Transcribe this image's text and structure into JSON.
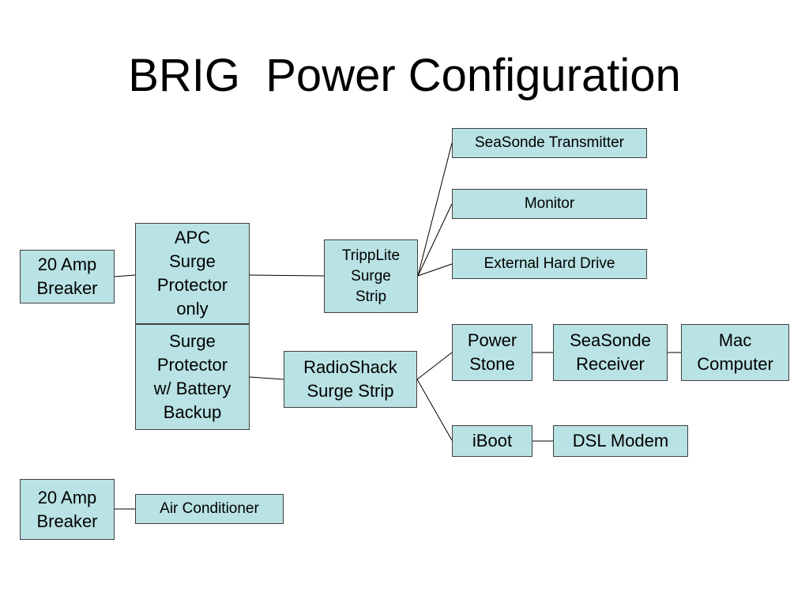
{
  "title": "BRIG  Power Configuration",
  "nodes": {
    "breaker_top": "20 Amp\nBreaker",
    "apc_surge": "APC\nSurge\nProtector\nonly",
    "battery_backup": "Surge\nProtector\nw/ Battery\nBackup",
    "tripplite": "TrippLite\nSurge\nStrip",
    "radioshack": "RadioShack\nSurge Strip",
    "seasonde_transmitter": "SeaSonde Transmitter",
    "monitor": "Monitor",
    "external_hard_drive": "External Hard Drive",
    "power_stone": "Power\nStone",
    "seasonde_receiver": "SeaSonde\nReceiver",
    "mac_computer": "Mac\nComputer",
    "iboot": "iBoot",
    "dsl_modem": "DSL Modem",
    "breaker_bottom": "20 Amp\nBreaker",
    "air_conditioner": "Air Conditioner"
  },
  "colors": {
    "box_fill": "#b9e2e4",
    "box_border": "#404040",
    "connector": "#000000"
  }
}
